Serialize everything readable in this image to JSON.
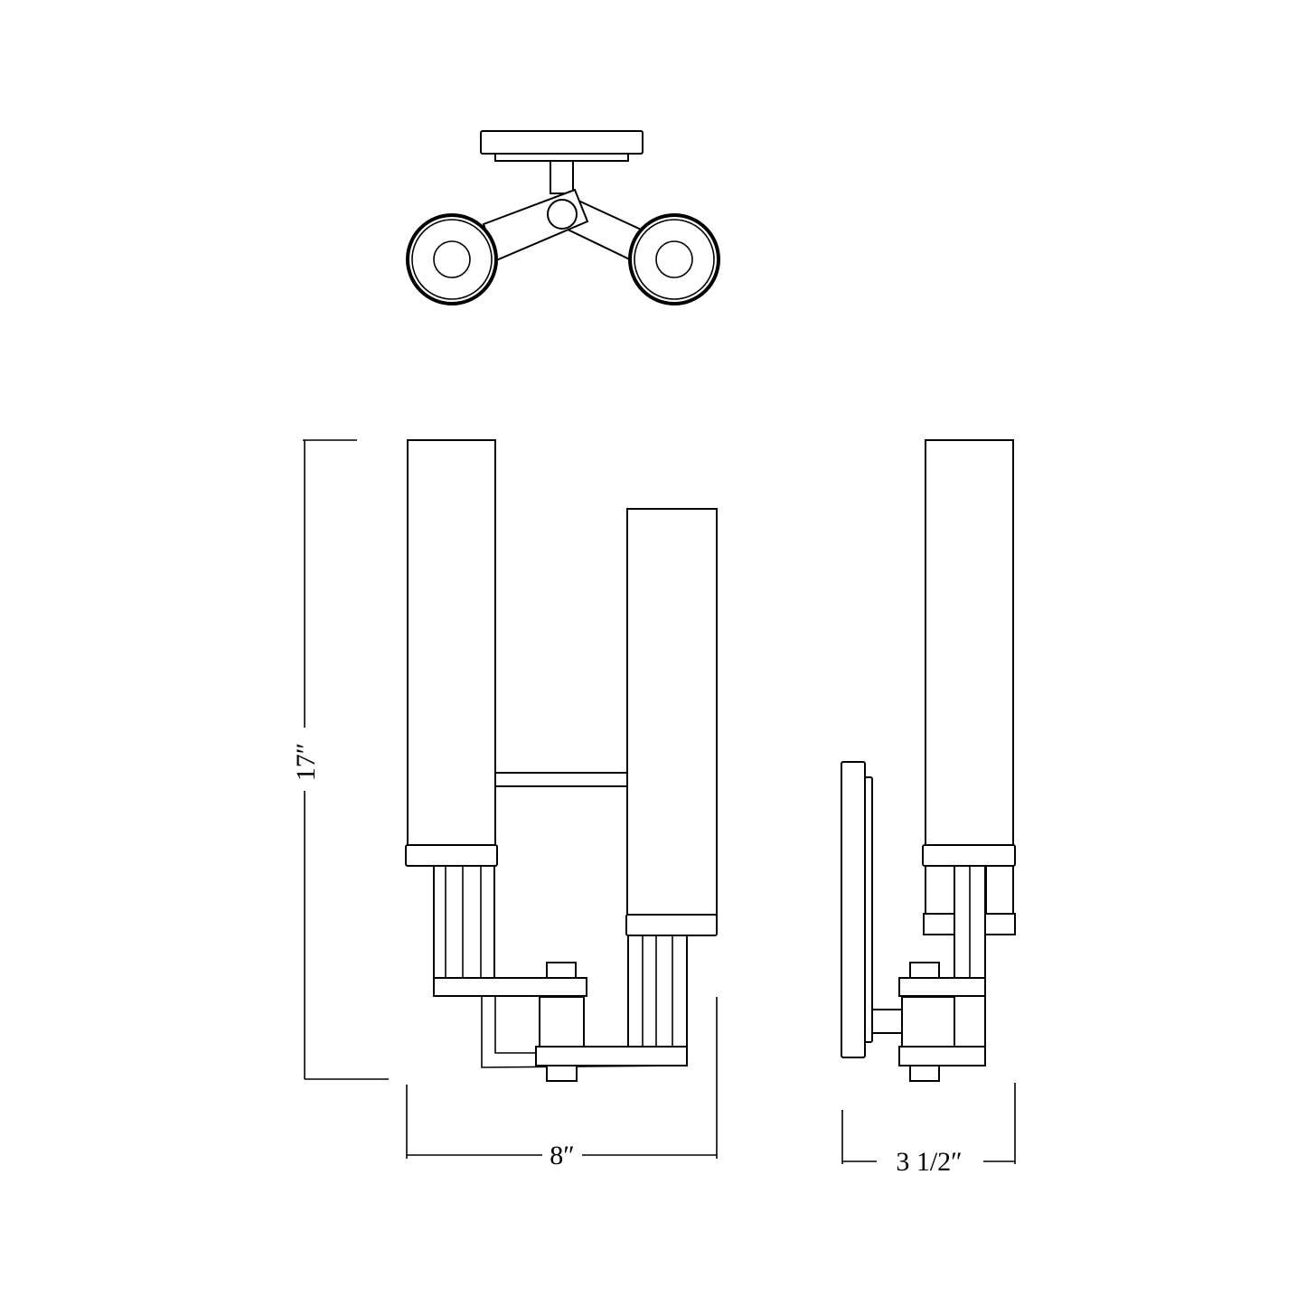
{
  "dimensions": {
    "height": "17″",
    "width": "8″",
    "depth": "3 1/2″"
  },
  "views": [
    "top",
    "front",
    "side"
  ],
  "colors": {
    "line": "#000000",
    "background": "#ffffff"
  }
}
